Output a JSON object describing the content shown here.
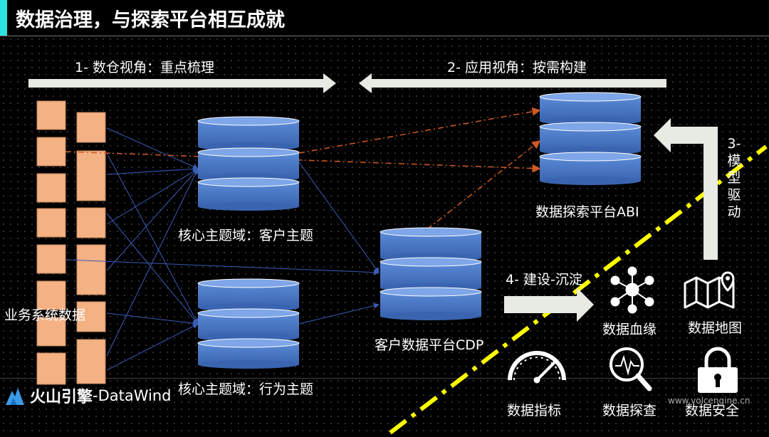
{
  "title": "数据治理，与探索平台相互成就",
  "arrows": {
    "left_label": "1- 数仓视角：重点梳理",
    "right_label": "2- 应用视角：按需构建",
    "build_label": "4- 建设-沉淀",
    "model_driven": [
      "3-",
      "模",
      "型",
      "驱",
      "动"
    ]
  },
  "nodes": {
    "source_label": "业务系统数据",
    "customer_domain": "核心主题域：客户主题",
    "behavior_domain": "核心主题域：行为主题",
    "cdp": "客户数据平台CDP",
    "abi": "数据探索平台ABI"
  },
  "icons": [
    {
      "label": "数据血缘",
      "icon": "network-icon"
    },
    {
      "label": "数据地图",
      "icon": "map-icon"
    },
    {
      "label": "数据指标",
      "icon": "gauge-icon"
    },
    {
      "label": "数据探查",
      "icon": "magnifier-icon"
    },
    {
      "label": "数据安全",
      "icon": "lock-icon"
    }
  ],
  "logo": {
    "brand_cn": "火山引擎",
    "brand_en": "-DataWind"
  },
  "watermark": "www.volcengine.cn",
  "colors": {
    "accent": "#2ee0e0",
    "block": "#f4b183",
    "cylinder": "#4472c4",
    "arrow": "#e7ebe3",
    "dash": "#ffff00"
  }
}
